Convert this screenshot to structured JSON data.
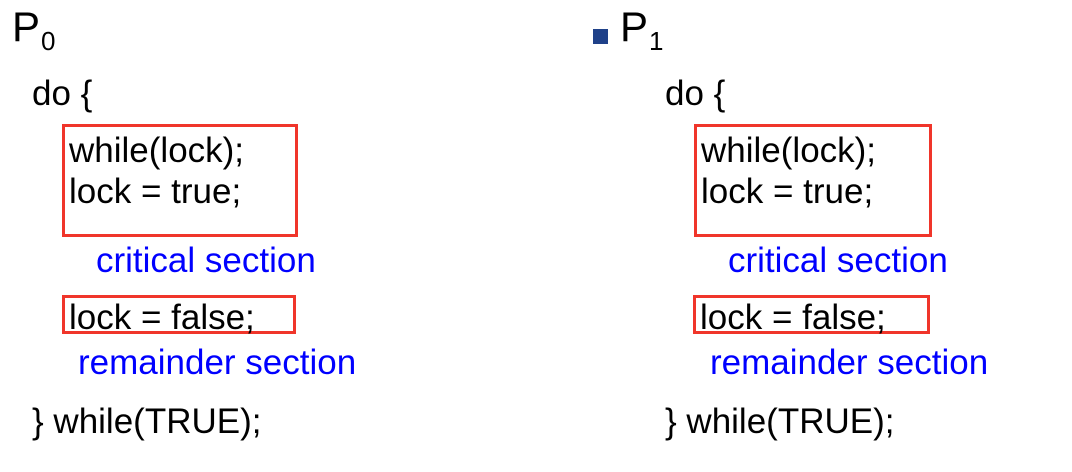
{
  "slide": {
    "colors": {
      "box_border": "#F0352A",
      "highlight_text": "#0000FF",
      "bullet": "#1F4189",
      "code_text": "#000000",
      "background": "#FFFFFF"
    },
    "processes": [
      {
        "id": "p0",
        "label_base": "P",
        "label_sub": "0",
        "has_bullet": false,
        "lines": {
          "do_open": "do {",
          "entry_box": [
            "while(lock);",
            "lock = true;"
          ],
          "critical_section": "critical section",
          "exit_box": "lock = false;",
          "remainder_section": "remainder section",
          "do_close": "} while(TRUE);"
        }
      },
      {
        "id": "p1",
        "label_base": "P",
        "label_sub": "1",
        "has_bullet": true,
        "lines": {
          "do_open": "do {",
          "entry_box": [
            "while(lock);",
            "lock = true;"
          ],
          "critical_section": "critical section",
          "exit_box": "lock = false;",
          "remainder_section": "remainder section",
          "do_close": "} while(TRUE);"
        }
      }
    ]
  }
}
